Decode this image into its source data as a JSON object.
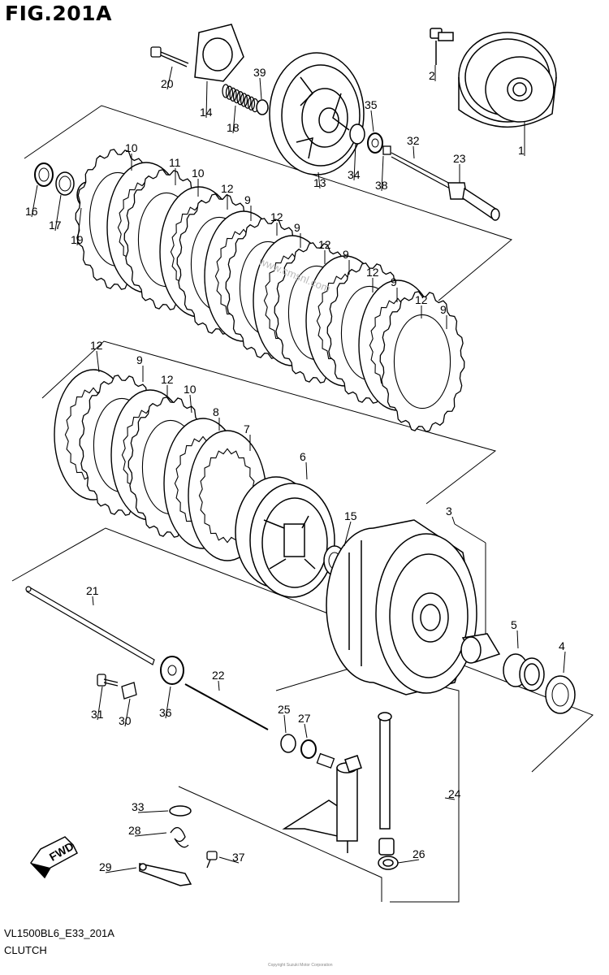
{
  "figure": {
    "title": "FIG.201A",
    "code": "VL1500BL6_E33_201A",
    "subtitle": "CLUTCH",
    "watermark": "www.cmsnl.com",
    "direction_label": "FWD",
    "footer_stamp": "Copyright Suzuki Motor Corporation"
  },
  "callouts": [
    "1",
    "2",
    "3",
    "4",
    "5",
    "6",
    "7",
    "8",
    "9",
    "10",
    "11",
    "12",
    "13",
    "14",
    "15",
    "16",
    "17",
    "18",
    "19",
    "20",
    "21",
    "22",
    "23",
    "24",
    "25",
    "26",
    "27",
    "28",
    "29",
    "30",
    "31",
    "32",
    "33",
    "34",
    "35",
    "36",
    "37",
    "38",
    "39"
  ],
  "labels": [
    {
      "text": "20",
      "id": "p20"
    },
    {
      "text": "14",
      "id": "p14"
    },
    {
      "text": "18",
      "id": "p18"
    },
    {
      "text": "39",
      "id": "p39"
    },
    {
      "text": "2",
      "id": "p2"
    },
    {
      "text": "1",
      "id": "p1"
    },
    {
      "text": "35",
      "id": "p35"
    },
    {
      "text": "34",
      "id": "p34"
    },
    {
      "text": "13",
      "id": "p13"
    },
    {
      "text": "32",
      "id": "p32"
    },
    {
      "text": "38",
      "id": "p38"
    },
    {
      "text": "23",
      "id": "p23"
    },
    {
      "text": "10",
      "id": "p10a"
    },
    {
      "text": "11",
      "id": "p11"
    },
    {
      "text": "10",
      "id": "p10b"
    },
    {
      "text": "12",
      "id": "p12a"
    },
    {
      "text": "9",
      "id": "p9a"
    },
    {
      "text": "12",
      "id": "p12b"
    },
    {
      "text": "9",
      "id": "p9b"
    },
    {
      "text": "12",
      "id": "p12c"
    },
    {
      "text": "9",
      "id": "p9c"
    },
    {
      "text": "12",
      "id": "p12d"
    },
    {
      "text": "9",
      "id": "p9d"
    },
    {
      "text": "12",
      "id": "p12e"
    },
    {
      "text": "9",
      "id": "p9e"
    },
    {
      "text": "16",
      "id": "p16"
    },
    {
      "text": "17",
      "id": "p17"
    },
    {
      "text": "19",
      "id": "p19"
    },
    {
      "text": "12",
      "id": "p12f"
    },
    {
      "text": "9",
      "id": "p9f"
    },
    {
      "text": "12",
      "id": "p12g"
    },
    {
      "text": "10",
      "id": "p10c"
    },
    {
      "text": "8",
      "id": "p8"
    },
    {
      "text": "7",
      "id": "p7"
    },
    {
      "text": "6",
      "id": "p6"
    },
    {
      "text": "15",
      "id": "p15"
    },
    {
      "text": "3",
      "id": "p3"
    },
    {
      "text": "21",
      "id": "p21"
    },
    {
      "text": "5",
      "id": "p5"
    },
    {
      "text": "4",
      "id": "p4"
    },
    {
      "text": "22",
      "id": "p22"
    },
    {
      "text": "31",
      "id": "p31"
    },
    {
      "text": "30",
      "id": "p30"
    },
    {
      "text": "36",
      "id": "p36"
    },
    {
      "text": "25",
      "id": "p25"
    },
    {
      "text": "27",
      "id": "p27"
    },
    {
      "text": "24",
      "id": "p24"
    },
    {
      "text": "33",
      "id": "p33"
    },
    {
      "text": "28",
      "id": "p28"
    },
    {
      "text": "37",
      "id": "p37"
    },
    {
      "text": "26",
      "id": "p26"
    },
    {
      "text": "29",
      "id": "p29"
    }
  ]
}
